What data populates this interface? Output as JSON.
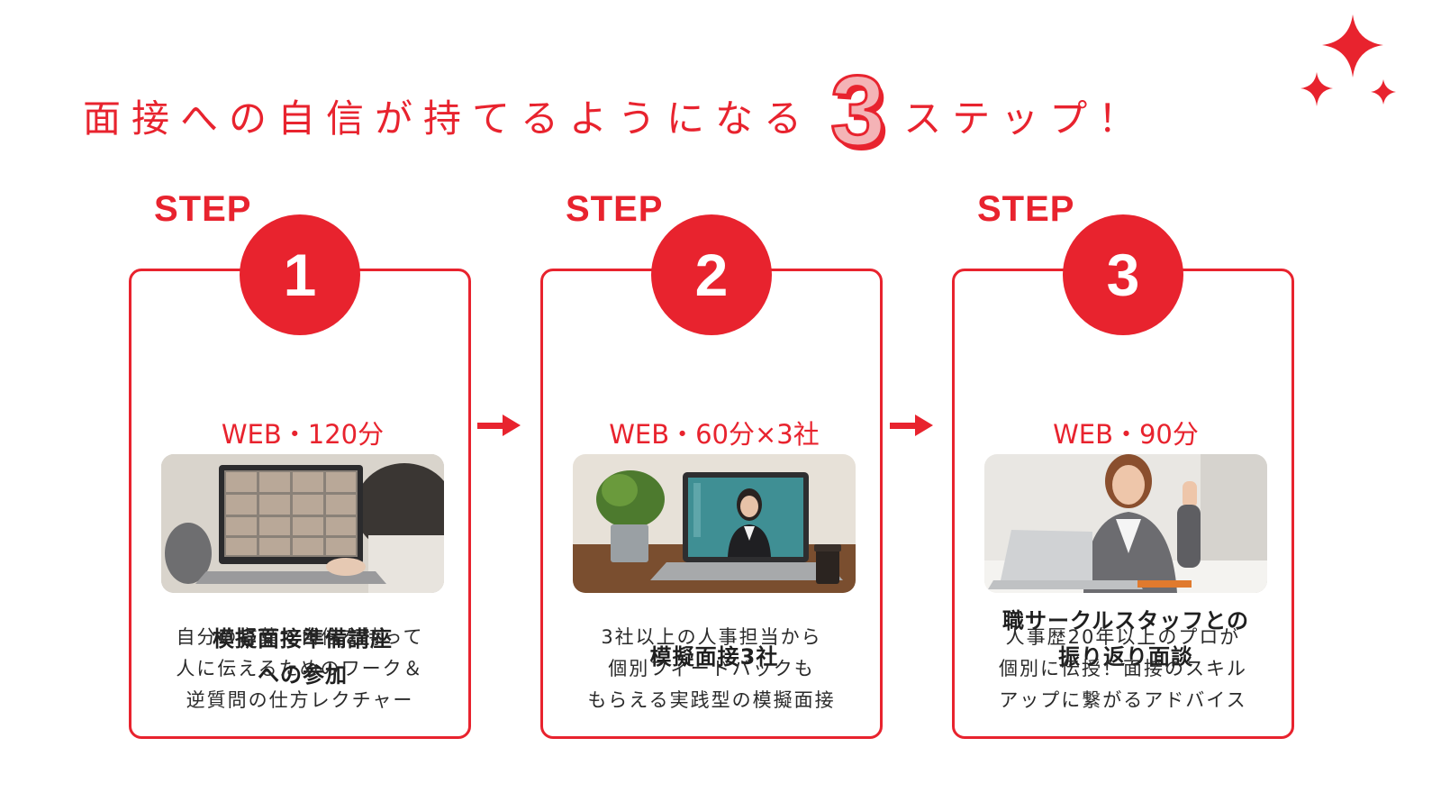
{
  "headline": {
    "before": "面接への自信が持てるようになる",
    "number": "3",
    "after": "ステップ！"
  },
  "colors": {
    "accent": "#e8232e",
    "number_fill": "#f4b3b6",
    "text": "#222222"
  },
  "steps": [
    {
      "label": "STEP",
      "number": "1",
      "duration": "WEB・120分",
      "photo_icon": "video-conference-laptop-photo",
      "title": [
        "模擬面接準備講座",
        "への参加"
      ],
      "desc": [
        "自分の言葉で自信を持って",
        "人に伝えるためのワーク＆",
        "逆質問の仕方レクチャー"
      ]
    },
    {
      "label": "STEP",
      "number": "2",
      "duration": "WEB・60分×3社",
      "photo_icon": "online-interview-laptop-photo",
      "title": [
        "模擬面接3社"
      ],
      "desc": [
        "3社以上の人事担当から",
        "個別フィードバックも",
        "もらえる実践型の模擬面接"
      ]
    },
    {
      "label": "STEP",
      "number": "3",
      "duration": "WEB・90分",
      "photo_icon": "advisor-waving-photo",
      "title": [
        "職サークルスタッフとの",
        "振り返り面談"
      ],
      "desc": [
        "人事歴20年以上のプロが",
        "個別に伝授！面接のスキル",
        "アップに繋がるアドバイス"
      ]
    }
  ]
}
